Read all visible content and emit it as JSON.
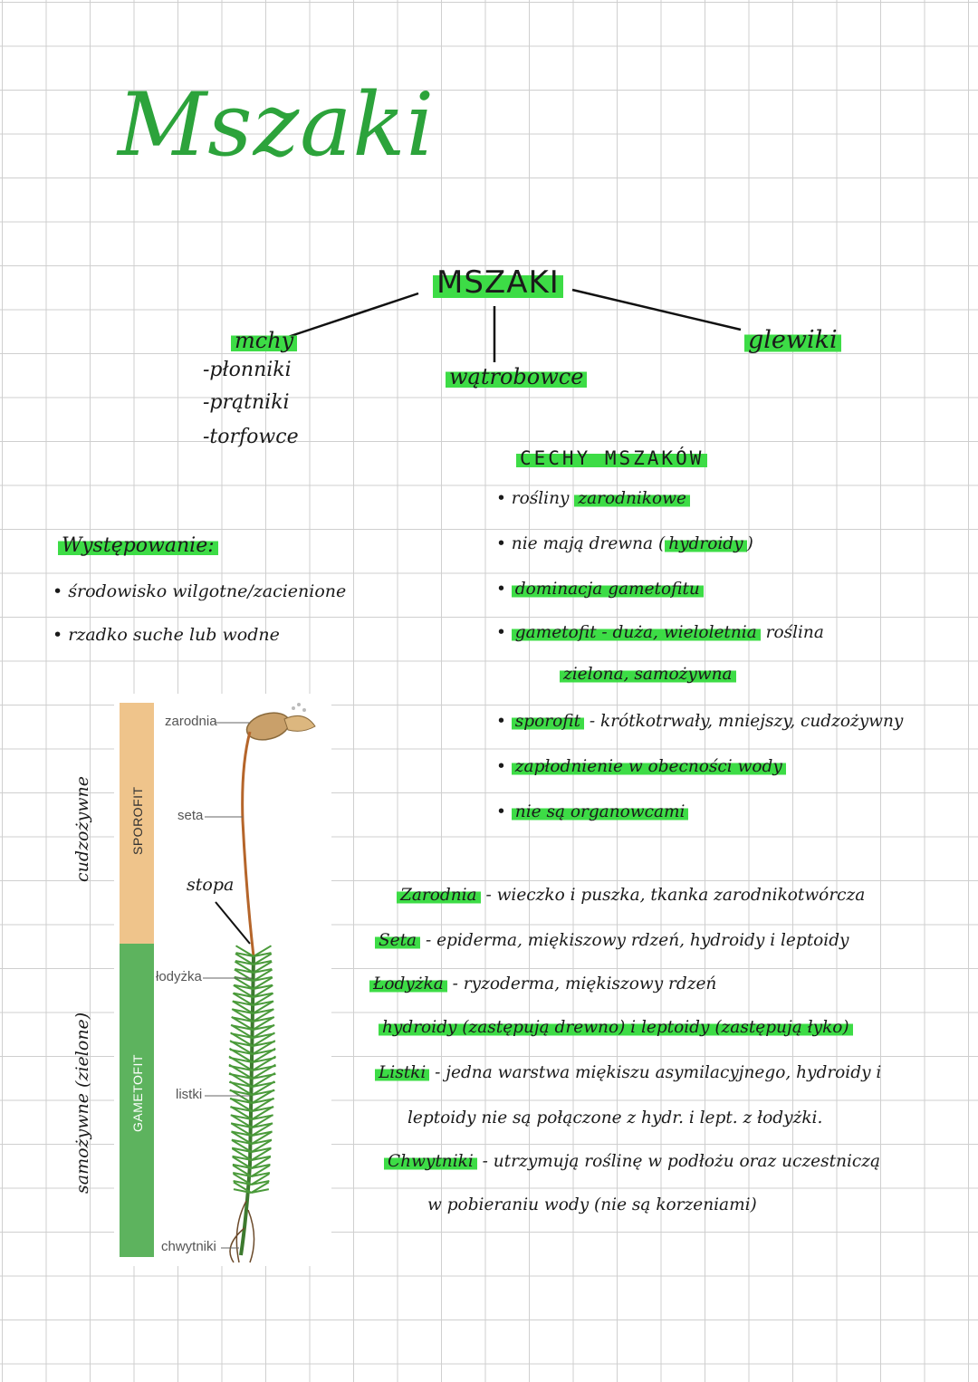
{
  "title": "Mszaki",
  "tree": {
    "root": "MSZAKI",
    "mchy": {
      "label": "mchy",
      "subs": [
        "-płonniki",
        "-prątniki",
        "-torfowce"
      ]
    },
    "watrobowce": "wątrobowce",
    "glewiki": "glewiki"
  },
  "occurrence": {
    "header": "Występowanie:",
    "items": [
      "• środowisko wilgotne/zacienione",
      "• rzadko suche lub wodne"
    ]
  },
  "traits": {
    "header": "CECHY MSZAKÓW",
    "items": [
      {
        "plain": "• rośliny ",
        "hl": "zarodnikowe",
        "rest": ""
      },
      {
        "plain": "• nie mają drewna (",
        "hl": "hydroidy",
        "rest": ")"
      },
      {
        "plain": "• ",
        "hl": "dominacja gametofitu",
        "rest": ""
      },
      {
        "plain": "• ",
        "hl": "gametofit - duża, wieloletnia",
        "rest": " roślina"
      },
      {
        "plain": "",
        "hl": "zielona, samożywna",
        "rest": ""
      },
      {
        "plain": "• ",
        "hl": "sporofit",
        "rest": " - krótkotrwały, mniejszy, cudzożywny"
      },
      {
        "plain": "• ",
        "hl": "zapłodnienie w obecności wody",
        "rest": ""
      },
      {
        "plain": "• ",
        "hl": "nie są organowcami",
        "rest": ""
      }
    ]
  },
  "figure": {
    "sporofit": "SPOROFIT",
    "gametofit": "GAMETOFIT",
    "labels": [
      "zarodnia",
      "seta",
      "łodyżka",
      "listki",
      "chwytniki"
    ],
    "stopa": "stopa",
    "side_top": "cudzożywne",
    "side_bottom": "samożywne (zielone)"
  },
  "parts": [
    {
      "hl": "Zarodnia",
      "rest": " - wieczko i puszka, tkanka zarodnikotwórcza"
    },
    {
      "hl": "Seta",
      "rest": " - epiderma, miękiszowy rdzeń, hydroidy i leptoidy"
    },
    {
      "hl": "Łodyżka",
      "rest": " - ryzoderma, miękiszowy rdzeń"
    },
    {
      "hl": "hydroidy (zastępują drewno) i leptoidy (zastępują łyko)",
      "rest": ""
    },
    {
      "hl": "Listki",
      "rest": " - jedna warstwa miękiszu asymilacyjnego, hydroidy i"
    },
    {
      "hl": "",
      "rest": "leptoidy nie są połączone z hydr. i lept. z łodyżki."
    },
    {
      "hl": "Chwytniki",
      "rest": " - utrzymują roślinę w podłożu oraz uczestniczą"
    },
    {
      "hl": "",
      "rest": "w pobieraniu wody (nie są korzeniami)"
    }
  ],
  "colors": {
    "accent_green": "#3ddc46",
    "title_green": "#2ca33b"
  }
}
